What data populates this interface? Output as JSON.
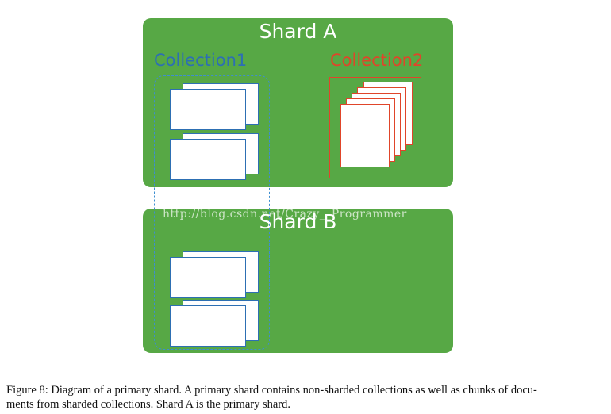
{
  "diagram": {
    "shard_a": {
      "title": "Shard A"
    },
    "shard_b": {
      "title": "Shard B"
    },
    "collection1": {
      "label": "Collection1",
      "color": "#2d6fb3"
    },
    "collection2": {
      "label": "Collection2",
      "color": "#e0452a"
    },
    "shard_color": "#57a845",
    "watermark": "http://blog.csdn.net/Crazy__Programmer"
  },
  "caption": {
    "line1": "Figure 8: Diagram of a primary shard. A primary shard contains non-sharded collections as well as chunks of docu-",
    "line2": "ments from sharded collections. Shard A is the primary shard."
  }
}
